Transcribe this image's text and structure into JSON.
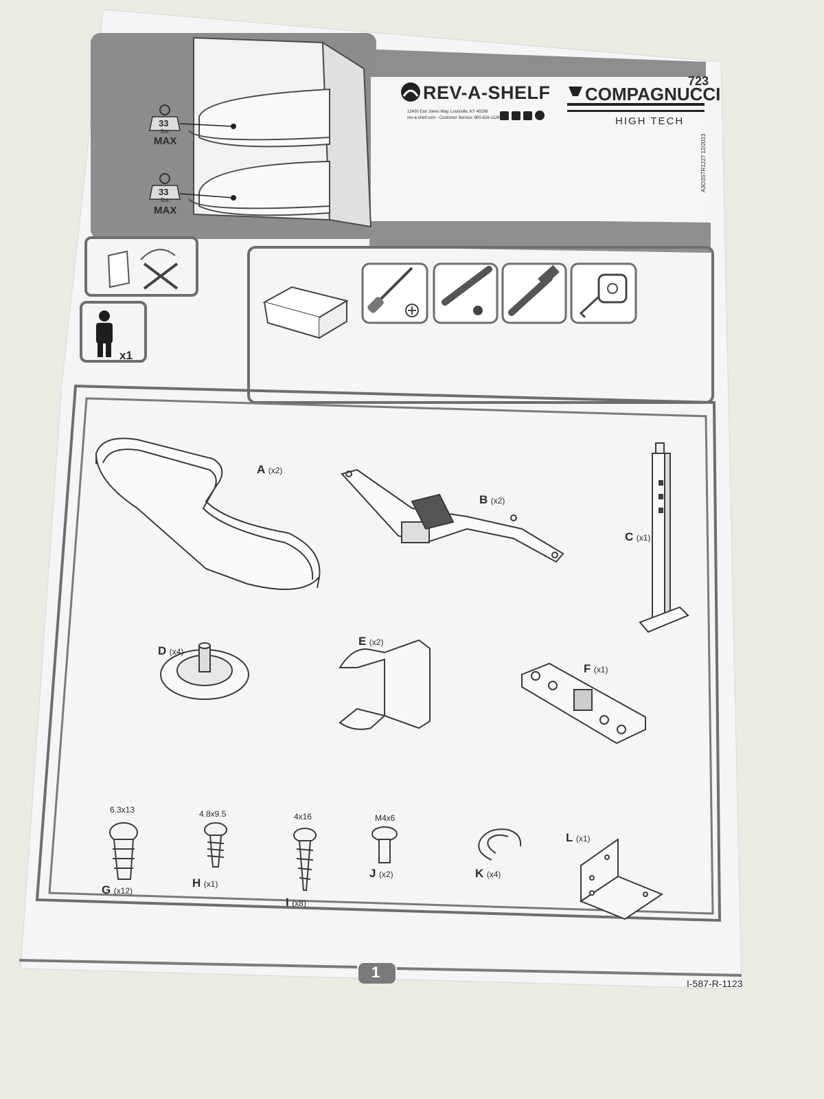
{
  "model_number": "723",
  "brands": {
    "revashelf": {
      "name": "REV-A-SHELF",
      "address": "12400 Earl Jones Way, Louisville, KY 40299",
      "contact": "rev-a-shelf.com - Customer Service: 800-626-1126"
    },
    "compagnucci": {
      "name": "COMPAGNUCCI",
      "tagline": "HIGH TECH"
    }
  },
  "side_code": "A3O3STR1227 12/2023",
  "weight_limits": [
    {
      "value": "33",
      "unit": "lbs",
      "label": "MAX"
    },
    {
      "value": "33",
      "unit": "lbs",
      "label": "MAX"
    }
  ],
  "persons": {
    "count_label": "x1"
  },
  "tools": [
    "phillips-screwdriver",
    "flathead-screwdriver",
    "hammer",
    "tape-measure"
  ],
  "parts": [
    {
      "letter": "A",
      "qty": "(x2)"
    },
    {
      "letter": "B",
      "qty": "(x2)"
    },
    {
      "letter": "C",
      "qty": "(x1)"
    },
    {
      "letter": "D",
      "qty": "(x4)"
    },
    {
      "letter": "E",
      "qty": "(x2)"
    },
    {
      "letter": "F",
      "qty": "(x1)"
    },
    {
      "letter": "G",
      "qty": "(x12)",
      "size": "6.3x13"
    },
    {
      "letter": "H",
      "qty": "(x1)",
      "size": "4.8x9.5"
    },
    {
      "letter": "I",
      "qty": "(x8)",
      "size": "4x16"
    },
    {
      "letter": "J",
      "qty": "(x2)",
      "size": "M4x6"
    },
    {
      "letter": "K",
      "qty": "(x4)"
    },
    {
      "letter": "L",
      "qty": "(x1)"
    }
  ],
  "page_number": "1",
  "doc_code": "I-587-R-1123",
  "colors": {
    "frame": "#6e6e6e",
    "band": "#8e8e8e",
    "paper": "#f4f5f7",
    "background": "#ecebe2"
  }
}
